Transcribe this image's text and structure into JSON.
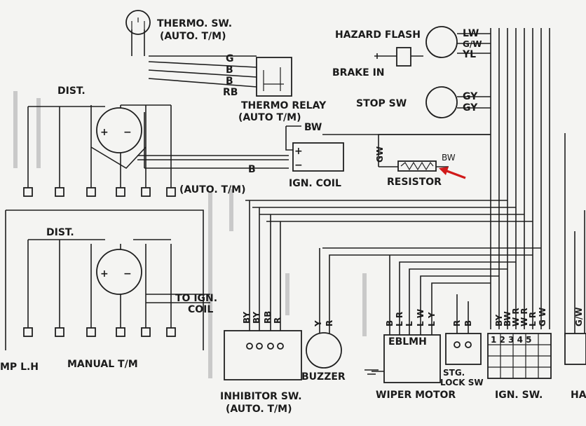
{
  "labels": {
    "thermo_sw": "THERMO. SW.",
    "thermo_sw_sub": "(AUTO. T/M)",
    "dist_top": "DIST.",
    "thermo_relay": "THERMO RELAY",
    "thermo_relay_sub": "(AUTO T/M)",
    "ign_coil": "IGN. COIL",
    "auto_tm": "(AUTO. T/M)",
    "hazard_flash": "HAZARD FLASH",
    "brake_in": "BRAKE IN",
    "stop_sw": "STOP SW",
    "resistor": "RESISTOR",
    "dist_bottom": "DIST.",
    "to_ign": "TO IGN.",
    "coil": "COIL",
    "lamp_lh": "MP L.H",
    "manual_tm": "MANUAL T/M",
    "inhibitor_sw": "INHIBITOR SW.",
    "inhibitor_sub": "(AUTO. T/M)",
    "buzzer": "BUZZER",
    "wiper_motor": "WIPER MOTOR",
    "stg": "STG.",
    "lock_sw": "LOCK SW",
    "ign_sw": "IGN. SW.",
    "ha_cut": "HA",
    "ebl_mh": "EBLMH",
    "ign_sw_positions": "1 2 3 4 5"
  },
  "wire_codes": {
    "relay_g": "G",
    "relay_b1": "B",
    "relay_b2": "B",
    "relay_rb": "RB",
    "coil_bw": "BW",
    "coil_b": "B",
    "hazard_lw": "LW",
    "hazard_gw": "G/W",
    "hazard_yl": "YL",
    "stop_gy1": "GY",
    "stop_gy2": "GY",
    "resistor_gw": "GW",
    "resistor_bw": "BW",
    "inhibitor": [
      "BY",
      "BY",
      "RB",
      "R"
    ],
    "buzzer": [
      "Y",
      "R"
    ],
    "wiper": [
      "B",
      "L R",
      "L",
      "L W",
      "L Y"
    ],
    "lock": [
      "R",
      "B"
    ],
    "ign_sw": [
      "BY",
      "BW",
      "W R",
      "W R",
      "L R",
      "G W"
    ],
    "edge": "G/W"
  },
  "annotation": {
    "arrow_color": "#d11a1a",
    "target": "resistor"
  }
}
